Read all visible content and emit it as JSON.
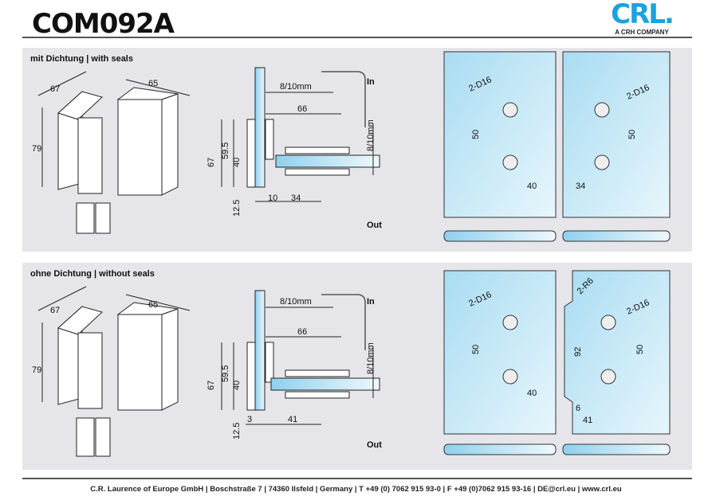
{
  "header": {
    "title": "COM092A",
    "logo_text": "CRL.",
    "logo_sub": "A CRH COMPANY"
  },
  "sections": [
    {
      "title": "mit Dichtung | with seals",
      "iso": {
        "d1": "67",
        "d2": "65",
        "d3": "79"
      },
      "side": {
        "thick": "8/10mm",
        "width": "66",
        "h1": "67",
        "h2": "59.5",
        "h3": "40",
        "h4": "12.5",
        "b1": "10",
        "b2": "34",
        "thick2": "8/10mm",
        "in": "In",
        "out": "Out"
      },
      "glass": {
        "holes_l": "2-D16",
        "holes_r": "2-D16",
        "v_l": "50",
        "v_r": "50",
        "edge_l": "40",
        "edge_r": "34"
      }
    },
    {
      "title": "ohne Dichtung | without seals",
      "iso": {
        "d1": "67",
        "d2": "65",
        "d3": "79"
      },
      "side": {
        "thick": "8/10mm",
        "width": "66",
        "h1": "67",
        "h2": "59.5",
        "h3": "40",
        "h4": "12.5",
        "b1": "3",
        "b2": "41",
        "thick2": "8/10mm",
        "in": "In",
        "out": "Out"
      },
      "glass": {
        "holes_l": "2-D16",
        "holes_r": "2-D16",
        "v_l": "50",
        "v_r": "50",
        "edge_l": "40",
        "edge_r": "41",
        "radius": "2-R6",
        "notch_h": "92",
        "notch_w": "6"
      }
    }
  ],
  "footer": {
    "text": "C.R. Laurence of Europe GmbH | Boschstraße 7 | 74360 Ilsfeld | Germany | T +49 (0) 7062 915 93-0 | F +49 (0)7062 915 93-16 | DE@crl.eu | www.crl.eu"
  }
}
